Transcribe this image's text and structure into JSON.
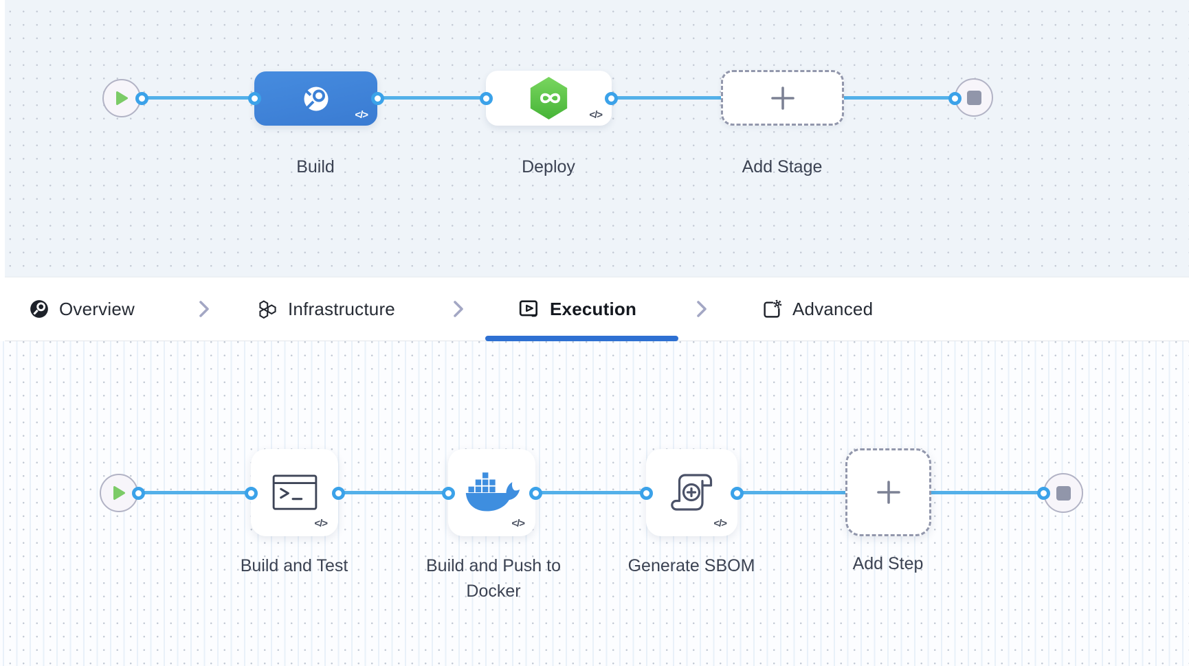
{
  "colors": {
    "edge_blue": "#53b0e9",
    "connector_ring": "#3ba2e9",
    "stage_blue": "#3c81d6",
    "deploy_green": "#52bd41",
    "docker_blue": "#3e8edf",
    "tab_underline": "#2e70d2",
    "canvas_top_bg": "#eff4f9",
    "canvas_bottom_bg": "#fcfdff"
  },
  "stage_pipeline": {
    "start_marker": {
      "icon": "play-icon"
    },
    "end_marker": {
      "icon": "stop-icon"
    },
    "stages": [
      {
        "label": "Build",
        "icon": "harness-ci-icon",
        "code_badge": "</>"
      },
      {
        "label": "Deploy",
        "icon": "harness-cd-infinity-icon",
        "code_badge": "</>"
      },
      {
        "label": "Add Stage",
        "icon": "plus-icon"
      }
    ]
  },
  "tab_bar": {
    "items": [
      {
        "label": "Overview",
        "icon": "overview-icon",
        "active": false
      },
      {
        "label": "Infrastructure",
        "icon": "infrastructure-icon",
        "active": false
      },
      {
        "label": "Execution",
        "icon": "execution-icon",
        "active": true
      },
      {
        "label": "Advanced",
        "icon": "advanced-icon",
        "active": false
      }
    ]
  },
  "execution_pipeline": {
    "start_marker": {
      "icon": "play-icon"
    },
    "end_marker": {
      "icon": "stop-icon"
    },
    "steps": [
      {
        "label": "Build and Test",
        "icon": "terminal-icon",
        "code_badge": "</>"
      },
      {
        "label": "Build and Push to Docker",
        "icon": "docker-icon",
        "code_badge": "</>"
      },
      {
        "label": "Generate SBOM",
        "icon": "scroll-plus-icon",
        "code_badge": "</>"
      },
      {
        "label": "Add Step",
        "icon": "plus-icon"
      }
    ]
  }
}
